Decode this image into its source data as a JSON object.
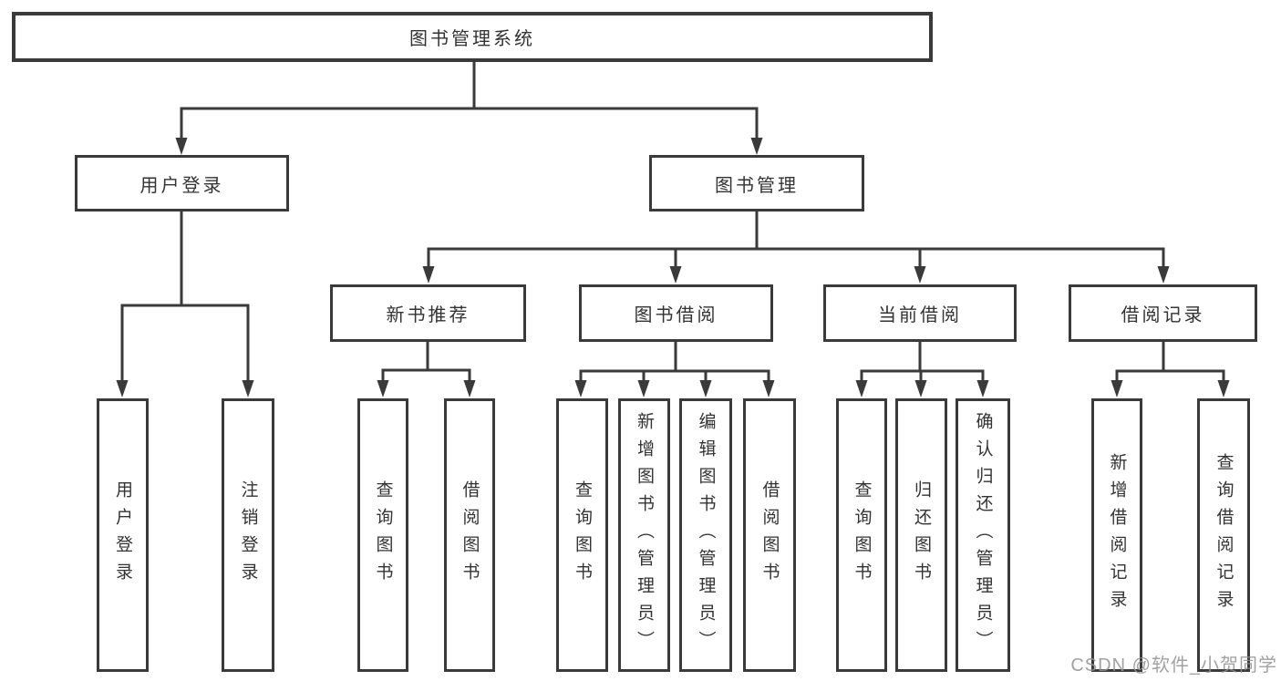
{
  "colors": {
    "line": "#3a3a3a",
    "text": "#333333",
    "box_background": "#ffffff",
    "watermark": "#919191"
  },
  "watermark": {
    "text": "CSDN @软件_小贺同学"
  },
  "diagram": {
    "type": "tree",
    "tree": {
      "label": "图书管理系统",
      "children": [
        {
          "label": "用户登录",
          "children": [
            {
              "label": "用户登录"
            },
            {
              "label": "注销登录"
            }
          ]
        },
        {
          "label": "图书管理",
          "children": [
            {
              "label": "新书推荐",
              "children": [
                {
                  "label": "查询图书"
                },
                {
                  "label": "借阅图书"
                }
              ]
            },
            {
              "label": "图书借阅",
              "children": [
                {
                  "label": "查询图书"
                },
                {
                  "label": "新增图书（管理员）"
                },
                {
                  "label": "编辑图书（管理员）"
                },
                {
                  "label": "借阅图书"
                }
              ]
            },
            {
              "label": "当前借阅",
              "children": [
                {
                  "label": "查询图书"
                },
                {
                  "label": "归还图书"
                },
                {
                  "label": "确认归还（管理员）"
                }
              ]
            },
            {
              "label": "借阅记录",
              "children": [
                {
                  "label": "新增借阅记录"
                },
                {
                  "label": "查询借阅记录"
                }
              ]
            }
          ]
        }
      ]
    }
  }
}
